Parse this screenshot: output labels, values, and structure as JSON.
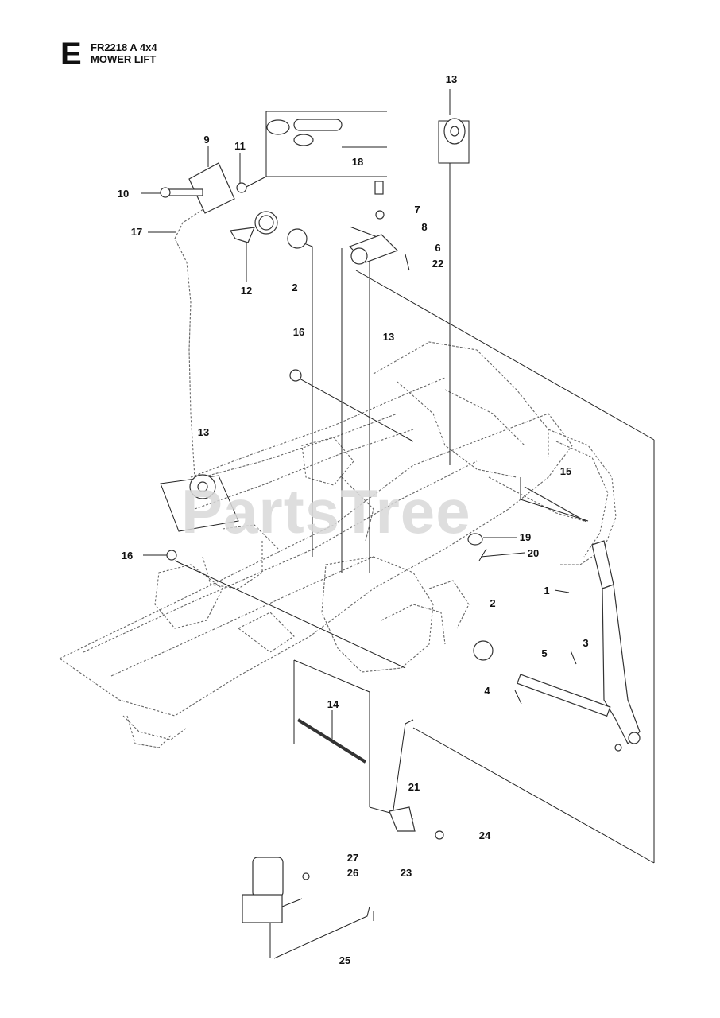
{
  "section": {
    "letter": "E"
  },
  "header": {
    "model": "FR2218 A 4x4",
    "title": "MOWER LIFT"
  },
  "watermark": "PartsTree",
  "callouts": [
    {
      "id": "c13a",
      "label": "13"
    },
    {
      "id": "c9",
      "label": "9"
    },
    {
      "id": "c11",
      "label": "11"
    },
    {
      "id": "c18",
      "label": "18"
    },
    {
      "id": "c10",
      "label": "10"
    },
    {
      "id": "c7",
      "label": "7"
    },
    {
      "id": "c8",
      "label": "8"
    },
    {
      "id": "c6",
      "label": "6"
    },
    {
      "id": "c22",
      "label": "22"
    },
    {
      "id": "c17",
      "label": "17"
    },
    {
      "id": "c12",
      "label": "12"
    },
    {
      "id": "c2a",
      "label": "2"
    },
    {
      "id": "c16a",
      "label": "16"
    },
    {
      "id": "c13b",
      "label": "13"
    },
    {
      "id": "c13c",
      "label": "13"
    },
    {
      "id": "c15",
      "label": "15"
    },
    {
      "id": "c19",
      "label": "19"
    },
    {
      "id": "c16b",
      "label": "16"
    },
    {
      "id": "c20",
      "label": "20"
    },
    {
      "id": "c1",
      "label": "1"
    },
    {
      "id": "c2b",
      "label": "2"
    },
    {
      "id": "c5",
      "label": "5"
    },
    {
      "id": "c3",
      "label": "3"
    },
    {
      "id": "c4",
      "label": "4"
    },
    {
      "id": "c14",
      "label": "14"
    },
    {
      "id": "c21",
      "label": "21"
    },
    {
      "id": "c24",
      "label": "24"
    },
    {
      "id": "c27",
      "label": "27"
    },
    {
      "id": "c26",
      "label": "26"
    },
    {
      "id": "c23",
      "label": "23"
    },
    {
      "id": "c25",
      "label": "25"
    }
  ]
}
